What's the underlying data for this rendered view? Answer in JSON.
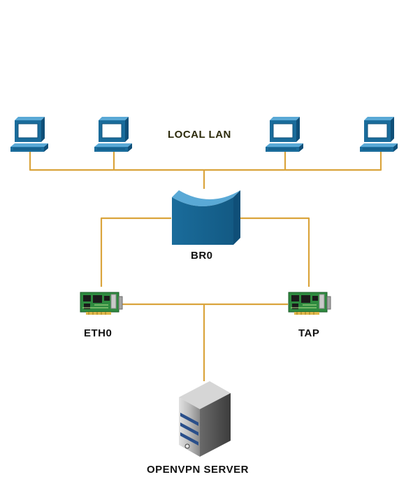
{
  "labels": {
    "lan": "LOCAL LAN",
    "bridge": "BR0",
    "eth": "ETH0",
    "tap": "TAP",
    "server": "OPENVPN SERVER"
  },
  "colors": {
    "link": "#DAA43C",
    "device_blue": "#1A6C9B",
    "device_blue_light": "#3E95C6",
    "nic_green": "#2E8A3F",
    "server_grey": "#6B6B6B"
  }
}
